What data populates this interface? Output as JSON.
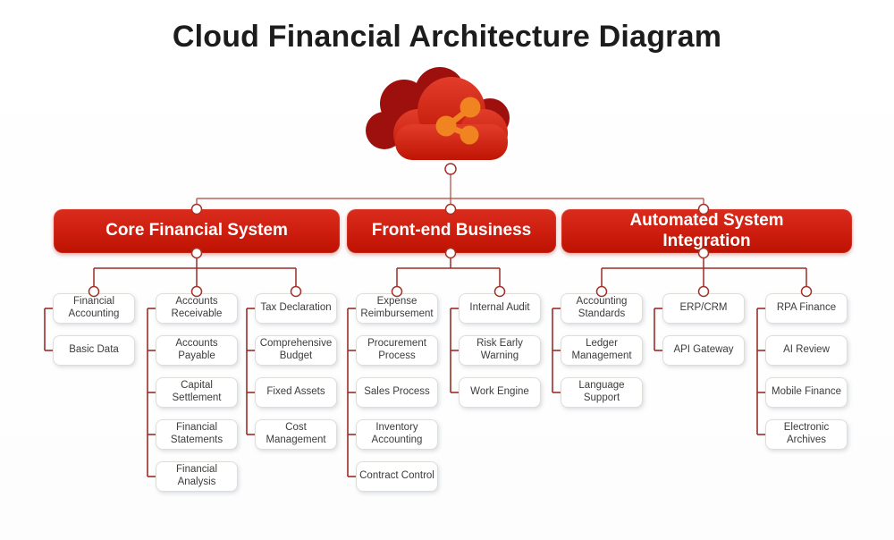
{
  "title": "Cloud Financial Architecture Diagram",
  "root": {
    "icon": "cloud-share-icon"
  },
  "colors": {
    "line_dark": "#9b2d26",
    "line_light": "#b0443a",
    "circle_stroke": "#a23129",
    "header_red_top": "#da2c1d",
    "header_red_bottom": "#bd1203",
    "cloud_red": "#e23d2a",
    "cloud_red_deep": "#bf1505",
    "cloud_dark": "#9e100e",
    "share_orange": "#ef8420",
    "title_text": "#1c1c1c",
    "leaf_text": "#3c3c3c"
  },
  "branches": [
    {
      "label": "Core Financial System",
      "columns": [
        [
          "Financial Accounting",
          "Basic Data"
        ],
        [
          "Accounts Receivable",
          "Accounts Payable",
          "Capital Settlement",
          "Financial Statements",
          "Financial Analysis"
        ],
        [
          "Tax Declaration",
          "Comprehensive Budget",
          "Fixed Assets",
          "Cost Management"
        ]
      ]
    },
    {
      "label": "Front-end Business",
      "columns": [
        [
          "Expense Reimbursement",
          "Procurement Process",
          "Sales Process",
          "Inventory Accounting",
          "Contract Control"
        ],
        [
          "Internal Audit",
          "Risk Early Warning",
          "Work Engine"
        ]
      ]
    },
    {
      "label": "Automated System Integration",
      "columns": [
        [
          "Accounting Standards",
          "Ledger Management",
          "Language Support"
        ],
        [
          "ERP/CRM",
          "API Gateway"
        ],
        [
          "RPA Finance",
          "AI Review",
          "Mobile Finance",
          "Electronic Archives"
        ]
      ]
    }
  ]
}
